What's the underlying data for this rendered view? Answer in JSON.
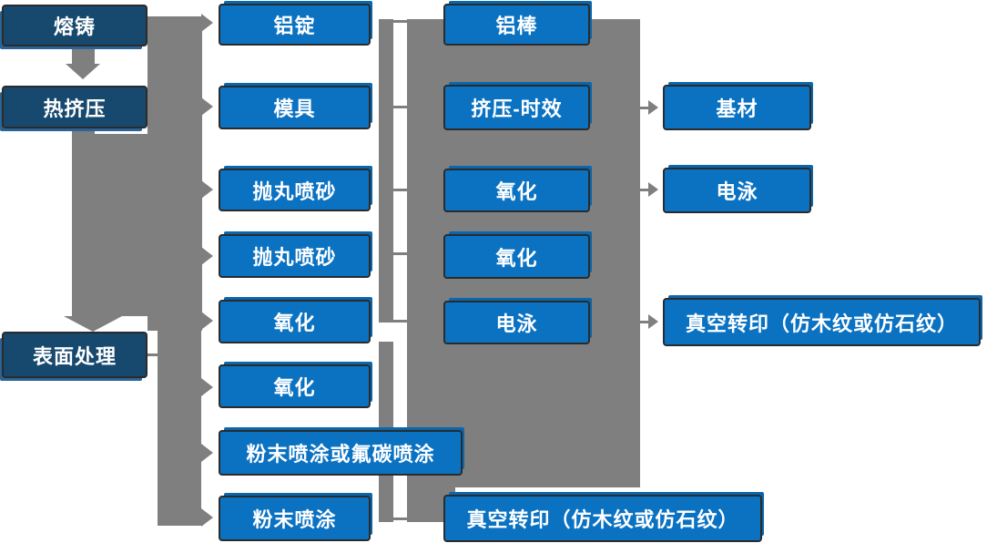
{
  "diagram": {
    "type": "flowchart",
    "language": "zh-CN",
    "description_visible_only": "Process flowchart made of blue boxes connected by gray bars and arrows",
    "colors": {
      "dark_blue": "#17496f",
      "dark_blue_shadow": "#2a6396",
      "light_blue": "#0b72c2",
      "light_blue_shadow": "#0a66ad",
      "gray": "#7f7f7f",
      "outline": "#2b2b2b",
      "text": "#ffffff",
      "background": "#ffffff"
    },
    "nodes": {
      "melt_cast": {
        "label": "熔铸",
        "style": "dark"
      },
      "hot_extrusion": {
        "label": "热挤压",
        "style": "dark"
      },
      "surface_treatment": {
        "label": "表面处理",
        "style": "dark"
      },
      "aluminum_ingot": {
        "label": "铝锭",
        "style": "light"
      },
      "mold": {
        "label": "模具",
        "style": "light"
      },
      "shot_blasting_1": {
        "label": "抛丸喷砂",
        "style": "light"
      },
      "shot_blasting_2": {
        "label": "抛丸喷砂",
        "style": "light"
      },
      "oxidation_1": {
        "label": "氧化",
        "style": "light"
      },
      "oxidation_2": {
        "label": "氧化",
        "style": "light"
      },
      "powder_or_fluorocarbon_coating": {
        "label": "粉末喷涂或氟碳喷涂",
        "style": "light"
      },
      "powder_coating": {
        "label": "粉末喷涂",
        "style": "light"
      },
      "aluminum_rod": {
        "label": "铝棒",
        "style": "light"
      },
      "extrusion_aging": {
        "label": "挤压-时效",
        "style": "light"
      },
      "oxidation_3": {
        "label": "氧化",
        "style": "light"
      },
      "oxidation_4": {
        "label": "氧化",
        "style": "light"
      },
      "electrophoresis_1": {
        "label": "电泳",
        "style": "light"
      },
      "vacuum_transfer_bottom": {
        "label": "真空转印（仿木纹或仿石纹）",
        "style": "light"
      },
      "base_material": {
        "label": "基材",
        "style": "light"
      },
      "electrophoresis_2": {
        "label": "电泳",
        "style": "light"
      },
      "vacuum_transfer_right": {
        "label": "真空转印（仿木纹或仿石纹）",
        "style": "light"
      }
    },
    "edges": [
      {
        "from": "melt_cast",
        "to": "hot_extrusion",
        "type": "down-arrow"
      },
      {
        "from": "hot_extrusion",
        "to": "surface_treatment",
        "type": "down-arrow"
      },
      {
        "from": "melt_cast",
        "to": "aluminum_ingot",
        "type": "right-arrow"
      },
      {
        "from": "hot_extrusion",
        "to": "mold",
        "type": "right-arrow"
      },
      {
        "from": "left_bar",
        "to": "shot_blasting_1",
        "type": "right-arrow"
      },
      {
        "from": "left_bar",
        "to": "shot_blasting_2",
        "type": "right-arrow"
      },
      {
        "from": "left_bar",
        "to": "oxidation_1",
        "type": "right-arrow"
      },
      {
        "from": "left_bar",
        "to": "oxidation_2",
        "type": "right-arrow"
      },
      {
        "from": "left_bar",
        "to": "powder_or_fluorocarbon_coating",
        "type": "right-arrow"
      },
      {
        "from": "left_bar",
        "to": "powder_coating",
        "type": "right-arrow"
      },
      {
        "from": "aluminum_ingot",
        "to": "aluminum_rod",
        "type": "bar-link"
      },
      {
        "from": "mold",
        "to": "extrusion_aging",
        "type": "bar-link"
      },
      {
        "from": "shot_blasting_1",
        "to": "oxidation_3",
        "type": "bar-link"
      },
      {
        "from": "shot_blasting_2",
        "to": "oxidation_4",
        "type": "bar-link"
      },
      {
        "from": "oxidation_1",
        "to": "electrophoresis_1",
        "type": "bar-link"
      },
      {
        "from": "powder_coating",
        "to": "vacuum_transfer_bottom",
        "type": "bar-link"
      },
      {
        "from": "extrusion_aging",
        "to": "base_material",
        "type": "right-arrow"
      },
      {
        "from": "oxidation_3",
        "to": "electrophoresis_2",
        "type": "right-arrow"
      },
      {
        "from": "electrophoresis_1",
        "to": "vacuum_transfer_right",
        "type": "right-arrow"
      }
    ]
  },
  "colors": {
    "dark_blue": "#17496f",
    "dark_blue_shadow": "#2a6396",
    "light_blue": "#0b72c2",
    "light_blue_shadow": "#0a66ad",
    "gray": "#7f7f7f",
    "outline": "#2b2b2b"
  }
}
